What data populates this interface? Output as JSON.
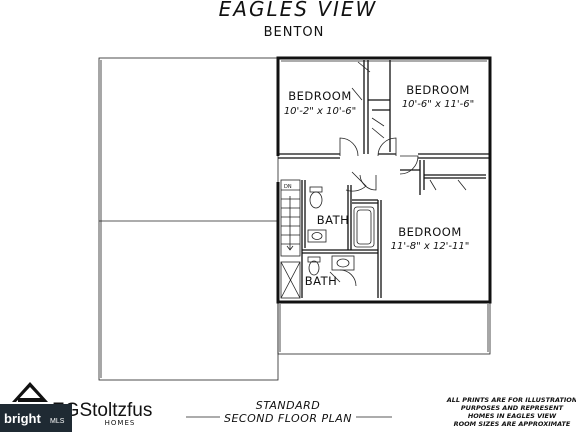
{
  "header": {
    "title": "EAGLES VIEW",
    "subtitle": "BENTON"
  },
  "rooms": [
    {
      "name": "BEDROOM",
      "dims": "10'-2\" x 10'-6\""
    },
    {
      "name": "BEDROOM",
      "dims": "10'-6\" x 11'-6\""
    },
    {
      "name": "BEDROOM",
      "dims": "11'-8\" x 12'-11\""
    },
    {
      "name": "BATH",
      "dims": ""
    },
    {
      "name": "BATH",
      "dims": ""
    }
  ],
  "stairs": {
    "label": "DN"
  },
  "caption": {
    "line1": "STANDARD",
    "line2": "SECOND FLOOR PLAN"
  },
  "notes": {
    "line1": "ALL PRINTS ARE FOR ILLUSTRATION",
    "line2": "PURPOSES AND REPRESENT",
    "line3": "HOMES IN EAGLES VIEW",
    "line4": "ROOM SIZES ARE APPROXIMATE"
  },
  "brand": {
    "name": "EGStoltzfus",
    "sub": "HOMES"
  },
  "watermark": {
    "text": "bright",
    "sub": "MLS"
  },
  "colors": {
    "ink": "#111111",
    "watermark_bg": "#1f2a33"
  }
}
